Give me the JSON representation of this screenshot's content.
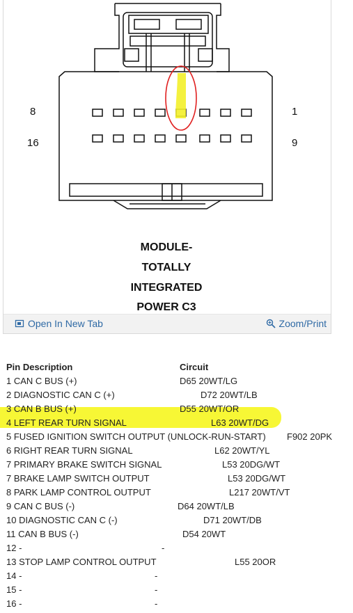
{
  "diagram": {
    "title_lines": [
      "MODULE-",
      "TOTALLY",
      "INTEGRATED",
      "POWER C3"
    ],
    "corner_labels": {
      "top_left": "8",
      "top_right": "1",
      "bottom_left": "16",
      "bottom_right": "9"
    }
  },
  "toolbar": {
    "open_label": "Open In New Tab",
    "zoom_label": "Zoom/Print"
  },
  "pins": {
    "header": {
      "pin": "Pin Description",
      "circuit": "Circuit"
    },
    "rows": [
      {
        "desc": "1 CAN C BUS (+)",
        "circuit": "D65 20WT/LG"
      },
      {
        "desc": "2 DIAGNOSTIC CAN C (+)",
        "circuit": "D72 20WT/LB"
      },
      {
        "desc": "3 CAN B BUS (+)",
        "circuit": "D55 20WT/OR"
      },
      {
        "desc": "4 LEFT REAR TURN SIGNAL",
        "circuit": "L63 20WT/DG"
      },
      {
        "desc": "5 FUSED IGNITION SWITCH OUTPUT (UNLOCK-RUN-START)",
        "circuit": "F902 20PK"
      },
      {
        "desc": "6 RIGHT REAR TURN SIGNAL",
        "circuit": "L62 20WT/YL"
      },
      {
        "desc": "7 PRIMARY BRAKE SWITCH SIGNAL",
        "circuit": "L53 20DG/WT"
      },
      {
        "desc": "7 BRAKE LAMP SWITCH OUTPUT",
        "circuit": "L53 20DG/WT"
      },
      {
        "desc": "8 PARK LAMP CONTROL OUTPUT",
        "circuit": "L217 20WT/VT"
      },
      {
        "desc": "9 CAN C BUS (-)",
        "circuit": "D64 20WT/LB"
      },
      {
        "desc": "10 DIAGNOSTIC CAN C (-)",
        "circuit": "D71 20WT/DB"
      },
      {
        "desc": "11 CAN B BUS (-)",
        "circuit": "D54 20WT"
      },
      {
        "desc": "12 -",
        "circuit": "-"
      },
      {
        "desc": "13 STOP LAMP CONTROL OUTPUT",
        "circuit": "L55 20OR"
      },
      {
        "desc": "14 -",
        "circuit": "-"
      },
      {
        "desc": "15 -",
        "circuit": "-"
      },
      {
        "desc": "16 -",
        "circuit": "-"
      }
    ],
    "highlight_color": "#f7f72a",
    "annotation_color": "#e02020"
  }
}
